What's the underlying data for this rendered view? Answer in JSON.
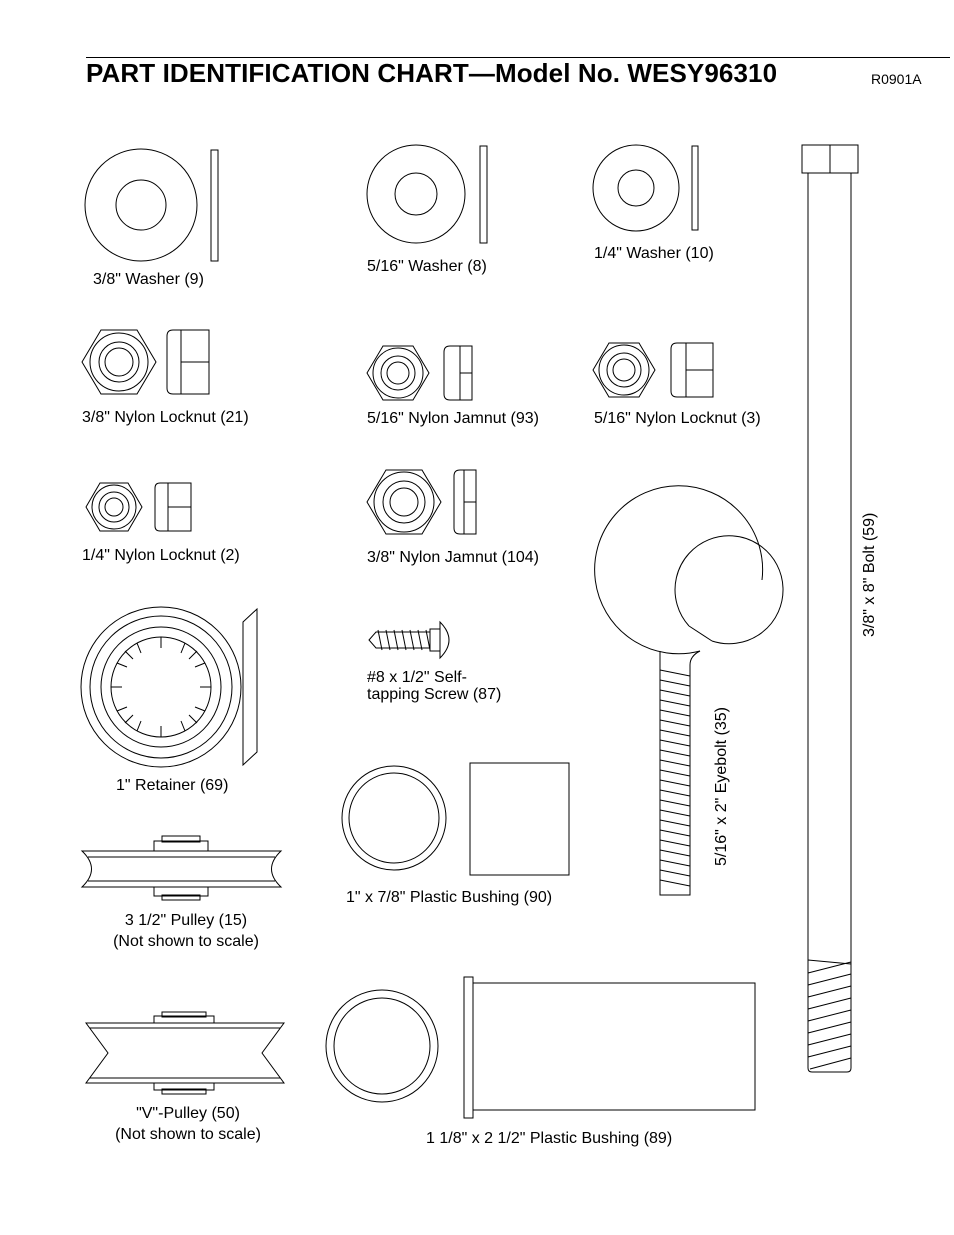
{
  "header": {
    "title": "PART IDENTIFICATION CHART—Model No. WESY96310",
    "code": "R0901A"
  },
  "parts": {
    "washer_38": "3/8\" Washer (9)",
    "washer_516": "5/16\" Washer (8)",
    "washer_14": "1/4\" Washer (10)",
    "locknut_38": "3/8\" Nylon Locknut (21)",
    "jamnut_516": "5/16\" Nylon Jamnut (93)",
    "locknut_516": "5/16\" Nylon Locknut (3)",
    "locknut_14": "1/4\" Nylon Locknut (2)",
    "jamnut_38": "3/8\" Nylon Jamnut (104)",
    "screw_line1": "#8 x 1/2\" Self-",
    "screw_line2": "tapping Screw (87)",
    "retainer": "1\" Retainer (69)",
    "bushing_90": "1\" x 7/8\" Plastic Bushing (90)",
    "pulley_line1": "3 1/2\" Pulley (15)",
    "pulley_line2": "(Not shown to scale)",
    "vpulley_line1": "\"V\"-Pulley (50)",
    "vpulley_line2": "(Not shown to scale)",
    "bushing_89": "1 1/8\" x 2 1/2\" Plastic Bushing (89)",
    "eyebolt": "5/16\" x 2\" Eyebolt (35)",
    "bolt": "3/8\" x 8\" Bolt (59)"
  }
}
